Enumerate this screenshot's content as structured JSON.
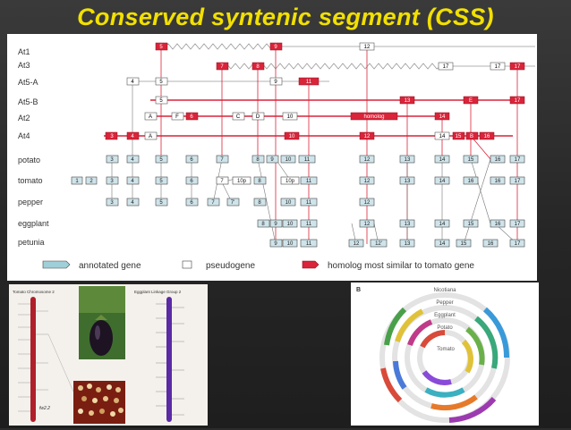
{
  "title": "Conserved syntenic segment (CSS)",
  "rows": [
    {
      "id": "at1",
      "label": "At1"
    },
    {
      "id": "at3",
      "label": "At3"
    },
    {
      "id": "at5a",
      "label": "At5-A"
    },
    {
      "id": "at5b",
      "label": "At5-B"
    },
    {
      "id": "at2",
      "label": "At2"
    },
    {
      "id": "at4",
      "label": "At4"
    },
    {
      "id": "potato",
      "label": "potato"
    },
    {
      "id": "tomato",
      "label": "tomato"
    },
    {
      "id": "pepper",
      "label": "pepper"
    },
    {
      "id": "eggplant",
      "label": "eggplant"
    },
    {
      "id": "petunia",
      "label": "petunia"
    }
  ],
  "legend": {
    "annotated": "annotated gene",
    "pseudo": "pseudogene",
    "homolog": "homolog most similar to tomato gene"
  },
  "chr_panel": {
    "tomato_label": "Tomato Chromosome 2",
    "eggplant_label": "Eggplant Linkage Group 2",
    "marker": "fw2.2"
  },
  "circ_panel": {
    "panel_letter": "B",
    "rings": [
      "Nicotiana",
      "Pepper",
      "Eggplant",
      "Potato",
      "Tomato"
    ]
  },
  "colors": {
    "homolog": "#d9243a",
    "annotated": "#cfe4ea",
    "title": "#f2e000"
  }
}
